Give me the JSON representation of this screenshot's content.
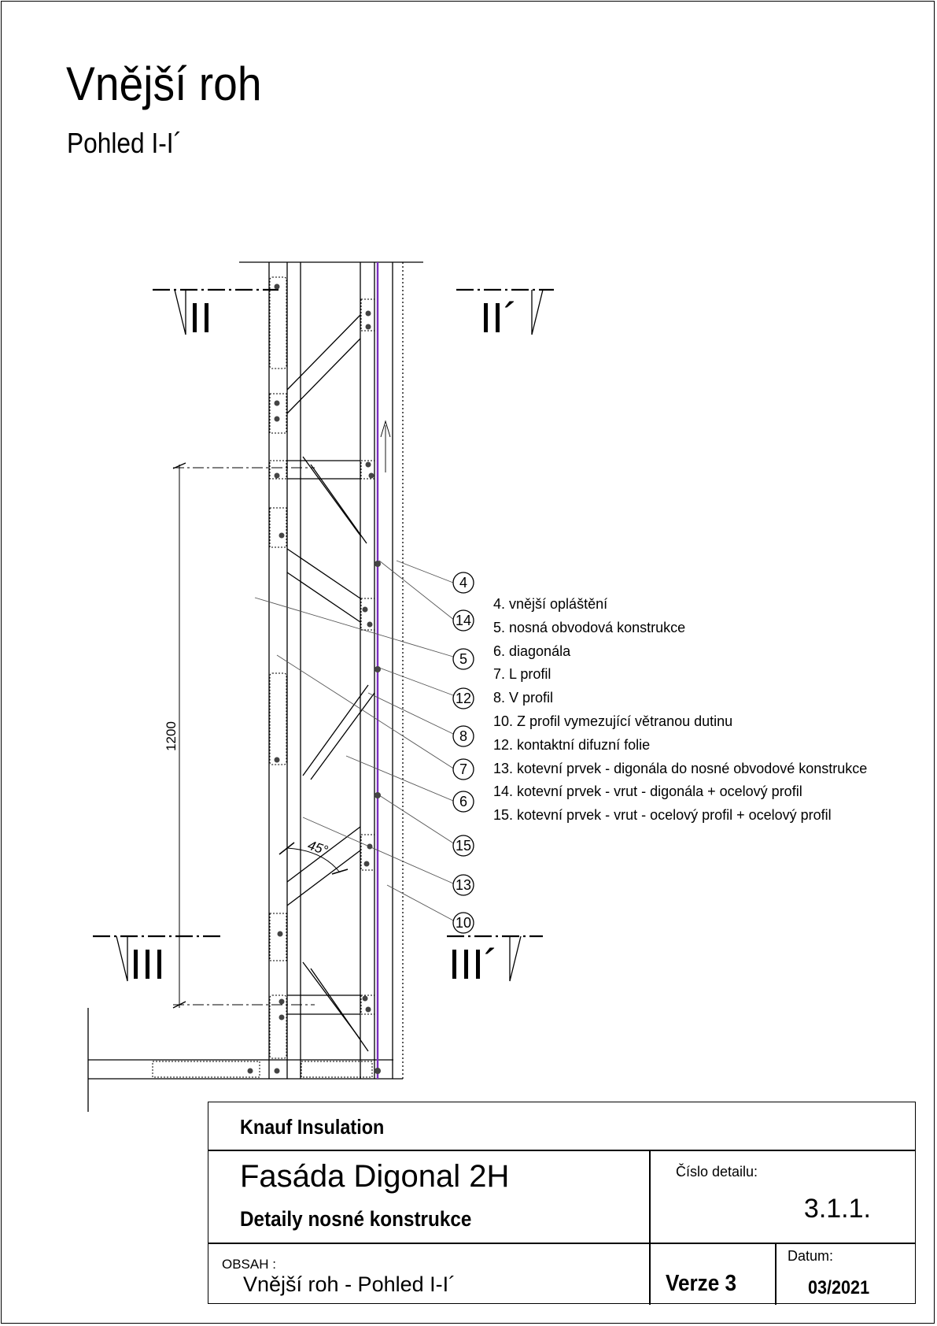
{
  "header": {
    "title": "Vnější roh",
    "subtitle": "Pohled I-I´"
  },
  "drawing": {
    "section_marks": {
      "top_left": "II",
      "top_right": "II´",
      "bottom_left": "III",
      "bottom_right": "III´"
    },
    "dimension": "1200",
    "angle": "45°",
    "callouts": [
      "4",
      "14",
      "5",
      "12",
      "8",
      "7",
      "6",
      "15",
      "13",
      "10"
    ]
  },
  "legend": [
    "4.  vnější opláštění",
    "5.  nosná obvodová konstrukce",
    "6.  diagonála",
    "7.  L profil",
    "8.  V profil",
    "10. Z profil vymezující větranou dutinu",
    "12. kontaktní difuzní folie",
    "13. kotevní prvek - digonála do nosné obvodové konstrukce",
    "14. kotevní prvek - vrut - digonála + ocelový profil",
    "15. kotevní prvek - vrut - ocelový profil + ocelový profil"
  ],
  "title_block": {
    "company": "Knauf Insulation",
    "project": "Fasáda Digonal 2H",
    "description": "Detaily nosné konstrukce",
    "detail_number_label": "Číslo detailu:",
    "detail_number": "3.1.1.",
    "content_label": "OBSAH :",
    "content": "Vnější roh - Pohled I-I´",
    "version": "Verze 3",
    "date_label": "Datum:",
    "date": "03/2021"
  },
  "colors": {
    "line": "#000000",
    "foil": "#7b2fbe",
    "leader": "#555555"
  }
}
